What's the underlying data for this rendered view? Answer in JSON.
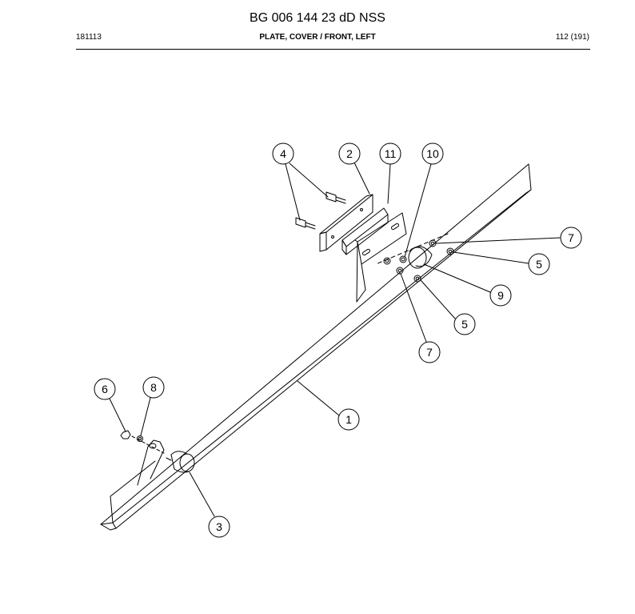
{
  "header": {
    "title": "BG 006 144 23 dD NSS",
    "date": "181113",
    "section": "PLATE, COVER / FRONT, LEFT",
    "page": "112 (191)"
  },
  "callouts": [
    {
      "label": "4"
    },
    {
      "label": "2"
    },
    {
      "label": "11"
    },
    {
      "label": "10"
    },
    {
      "label": "7"
    },
    {
      "label": "5"
    },
    {
      "label": "9"
    },
    {
      "label": "5"
    },
    {
      "label": "7"
    },
    {
      "label": "1"
    },
    {
      "label": "6"
    },
    {
      "label": "8"
    },
    {
      "label": "3"
    }
  ]
}
